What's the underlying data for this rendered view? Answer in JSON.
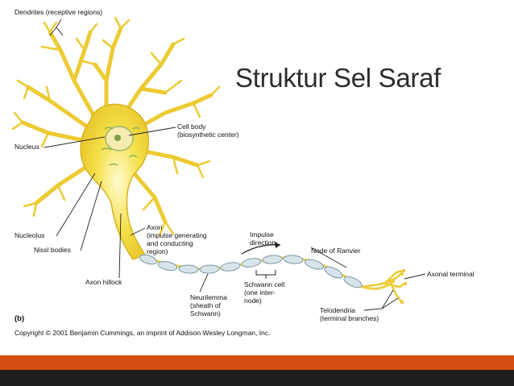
{
  "title": "Struktur Sel Saraf",
  "figure": {
    "panel_label": "(b)",
    "copyright": "Copyright © 2001 Benjamin Cummings, an imprint of Addison Wesley Longman, Inc.",
    "labels": {
      "dendrites": "Dendrites (receptive regions)",
      "cell_body_1": "Cell body",
      "cell_body_2": "(biosynthetic center)",
      "nucleus": "Nucleus",
      "nucleolus": "Nucleolus",
      "nissl_bodies": "Nissl bodies",
      "axon_hillock": "Axon hillock",
      "axon_1": "Axon",
      "axon_2": "(impulse generating",
      "axon_3": "and conducting",
      "axon_4": "region)",
      "impulse_1": "Impulse",
      "impulse_2": "direction",
      "node_ranvier": "Node of Ranvier",
      "axonal_terminal": "Axonal terminal",
      "schwann_1": "Schwann cell",
      "schwann_2": "(one inter-",
      "schwann_3": "node)",
      "neurilemma_1": "Neurilemma",
      "neurilemma_2": "(sheath of",
      "neurilemma_3": "Schwann)",
      "telodendria_1": "Telodendria",
      "telodendria_2": "(terminal branches)"
    }
  },
  "colors": {
    "title": "#2c2c2c",
    "neuron_fill": "#f2df45",
    "neuron_edge": "#d8b21c",
    "myelin": "#d7e4ea",
    "bar_orange": "#d44d12",
    "bar_dark": "#1f1f1f"
  }
}
